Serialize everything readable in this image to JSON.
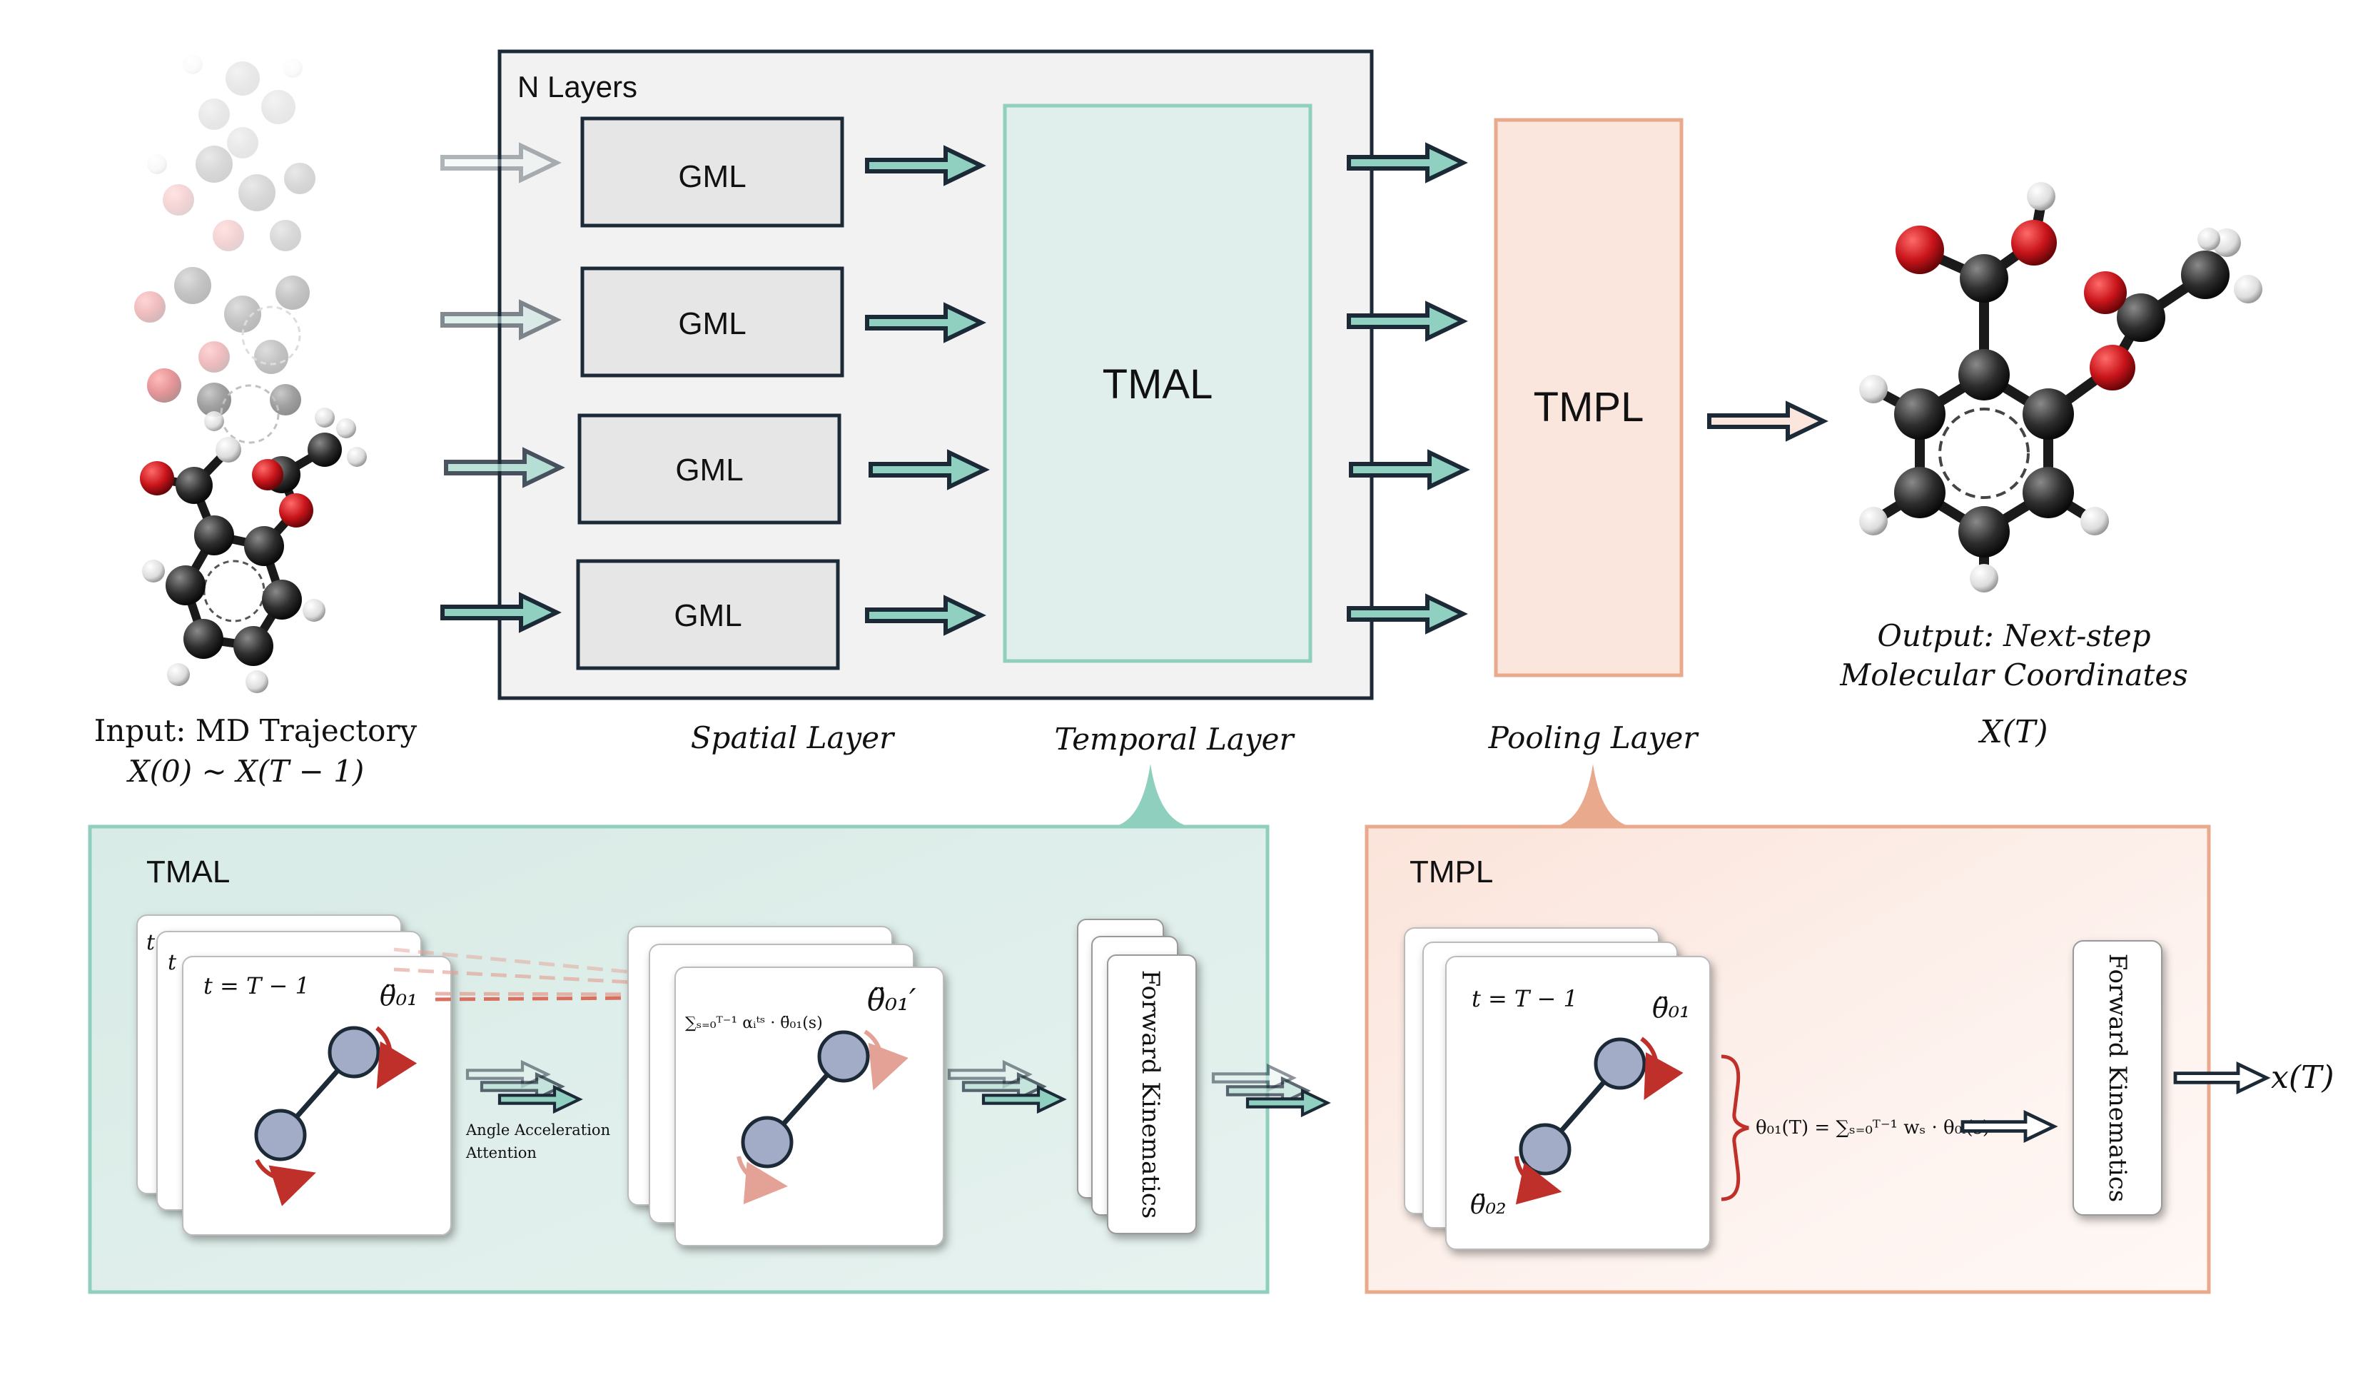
{
  "diagram": {
    "input_label_1": "Input: MD Trajectory",
    "input_label_2": "X(0) ~ X(T − 1)",
    "n_layers_label": "N Layers",
    "gml_label": "GML",
    "tmal_label": "TMAL",
    "tmpl_label": "TMPL",
    "spatial_layer": "Spatial Layer",
    "temporal_layer": "Temporal Layer",
    "pooling_layer": "Pooling Layer",
    "output_label_1": "Output: Next-step",
    "output_label_2": "Molecular Coordinates",
    "output_label_3": "X(T)"
  },
  "tmal_panel": {
    "title": "TMAL",
    "card_time_back1": "t",
    "card_time_back2": "t",
    "card_time": "t = T − 1",
    "theta_label": "θ̈₀₁",
    "attention_label_1": "Angle Acceleration",
    "attention_label_2": "Attention",
    "sum_formula": "∑ₛ₌₀ᵀ⁻¹ αᵢᵗˢ · θ̈₀₁(s)",
    "theta_prime_label": "θ̈₀₁′",
    "forward_kinematics": "Forward Kinematics"
  },
  "tmpl_panel": {
    "title": "TMPL",
    "card_time": "t = T − 1",
    "theta_label_top": "θ̈₀₁",
    "theta_label_bottom": "θ̈₀₂",
    "pool_formula": "θ₀₁(T) = ∑ₛ₌₀ᵀ⁻¹ wₛ · θ₀ᵢ(s)",
    "forward_kinematics": "Forward Kinematics",
    "output": "x(T)"
  },
  "colors": {
    "teal_fill": "#e1efec",
    "teal_stroke": "#8fcfbe",
    "arrow_teal": "#8fd0c0",
    "salmon_fill": "#fbe6de",
    "salmon_stroke": "#e8a98c",
    "dark_stroke": "#1c2a38",
    "gml_fill": "#e6e6e6",
    "bead_fill": "#a3acc6",
    "rotation_red": "#c0302a",
    "atom_oxygen": "#c8141a",
    "atom_carbon": "#2e2e2e",
    "atom_hydrogen": "#e6e6e6"
  }
}
